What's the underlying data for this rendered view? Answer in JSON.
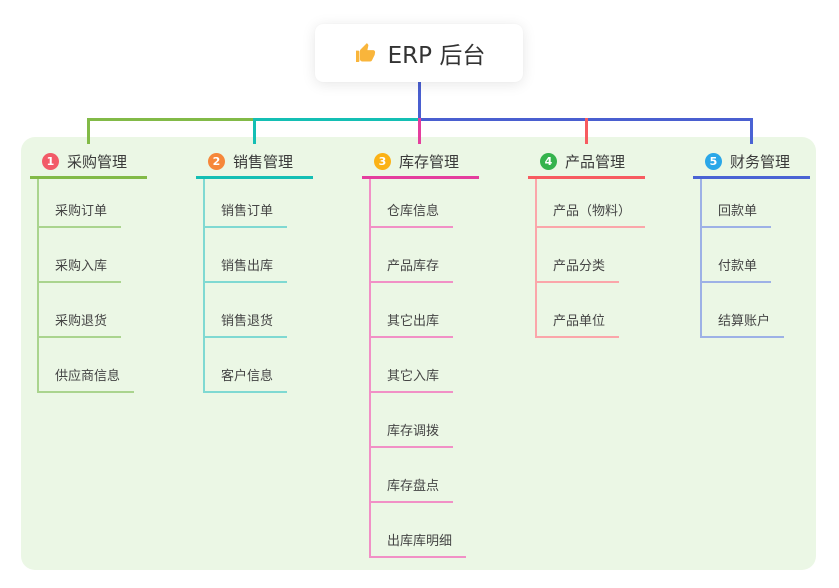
{
  "root": {
    "label": "ERP 后台",
    "icon": "thumbs-up-icon",
    "line_color": "#4a5fd0"
  },
  "panel": {
    "background": "#ebf7e5"
  },
  "branches": [
    {
      "number": "1",
      "label": "采购管理",
      "badge_color": "#f25b68",
      "line_color": "#82ba47",
      "child_line_color": "#aad48e",
      "children": [
        "采购订单",
        "采购入库",
        "采购退货",
        "供应商信息"
      ]
    },
    {
      "number": "2",
      "label": "销售管理",
      "badge_color": "#f6873a",
      "line_color": "#14bfb4",
      "child_line_color": "#7fd9d2",
      "children": [
        "销售订单",
        "销售出库",
        "销售退货",
        "客户信息"
      ]
    },
    {
      "number": "3",
      "label": "库存管理",
      "badge_color": "#fbb216",
      "line_color": "#e43e9e",
      "child_line_color": "#f190c6",
      "children": [
        "仓库信息",
        "产品库存",
        "其它出库",
        "其它入库",
        "库存调拨",
        "库存盘点",
        "出库库明细"
      ]
    },
    {
      "number": "4",
      "label": "产品管理",
      "badge_color": "#35b34d",
      "line_color": "#f75b60",
      "child_line_color": "#fba6aa",
      "children": [
        "产品（物料）",
        "产品分类",
        "产品单位"
      ]
    },
    {
      "number": "5",
      "label": "财务管理",
      "badge_color": "#2aa7e8",
      "line_color": "#4a63d4",
      "child_line_color": "#9db1e6",
      "children": [
        "回款单",
        "付款单",
        "结算账户"
      ]
    }
  ]
}
